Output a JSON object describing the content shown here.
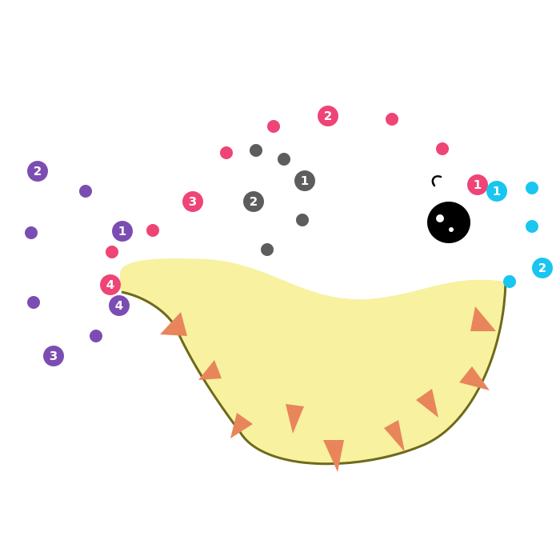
{
  "puzzle": {
    "title": "",
    "colors": {
      "pink": "#ee4476",
      "gray": "#5d5d5d",
      "purple": "#7b4db2",
      "cyan": "#18c6ef",
      "body_fill": "#f8f19f",
      "body_outline": "#6e6a1a",
      "spike": "#e8855b",
      "eye": "#000000"
    },
    "dot_sequences": [
      {
        "name": "pink",
        "color": "#ee4476",
        "numbered": [
          "1",
          "2",
          "3",
          "4"
        ]
      },
      {
        "name": "gray",
        "color": "#5d5d5d",
        "numbered": [
          "1",
          "2"
        ]
      },
      {
        "name": "purple",
        "color": "#7b4db2",
        "numbered": [
          "1",
          "2",
          "3",
          "4"
        ]
      },
      {
        "name": "cyan",
        "color": "#18c6ef",
        "numbered": [
          "1",
          "2"
        ]
      }
    ],
    "labels": {
      "pink_1": "1",
      "pink_2": "2",
      "pink_3": "3",
      "pink_4": "4",
      "gray_1": "1",
      "gray_2": "2",
      "purple_1": "1",
      "purple_2": "2",
      "purple_3": "3",
      "purple_4": "4",
      "cyan_1": "1",
      "cyan_2": "2"
    },
    "icons": {
      "eye": "eye-icon",
      "eyebrow": "eyebrow-icon",
      "spike": "spike-icon"
    }
  }
}
